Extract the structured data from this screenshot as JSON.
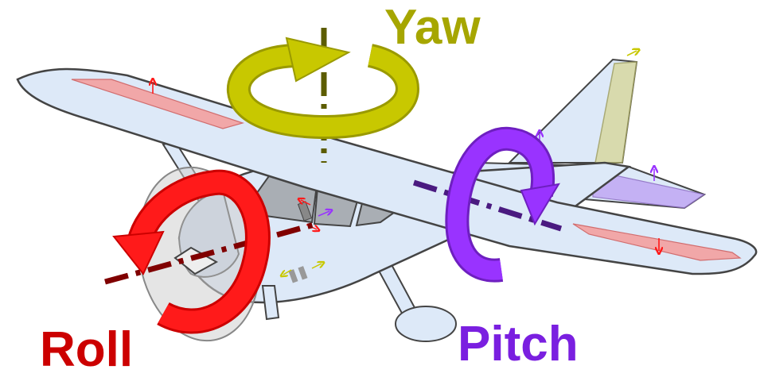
{
  "labels": {
    "yaw": "Yaw",
    "roll": "Roll",
    "pitch": "Pitch"
  },
  "colors": {
    "yaw": "#c8c800",
    "yaw_text": "#a6a600",
    "roll": "#ff1a1a",
    "roll_text": "#cc0000",
    "pitch": "#9933ff",
    "pitch_text": "#7a1fe0",
    "fuselage": "#dde9f8",
    "outline": "#444444",
    "axis_yaw": "#5c5c00",
    "axis_roll": "#800000",
    "axis_pitch": "#4a1a80",
    "aileron": "#f4a0a0",
    "elevator": "#c0a8f4",
    "rudder": "#d8d8a0"
  },
  "icons": [
    "yaw-arrow-icon",
    "roll-arrow-icon",
    "pitch-arrow-icon"
  ]
}
